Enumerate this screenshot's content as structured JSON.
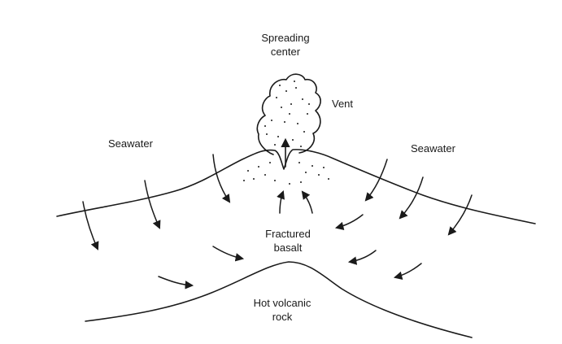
{
  "diagram": {
    "labels": {
      "spreading_center_line1": "Spreading",
      "spreading_center_line2": "center",
      "vent": "Vent",
      "seawater_left": "Seawater",
      "seawater_right": "Seawater",
      "fractured_basalt_line1": "Fractured",
      "fractured_basalt_line2": "basalt",
      "hot_volcanic_rock_line1": "Hot volcanic",
      "hot_volcanic_rock_line2": "rock"
    },
    "colors": {
      "ink": "#1a1a1a",
      "background": "#ffffff"
    }
  }
}
